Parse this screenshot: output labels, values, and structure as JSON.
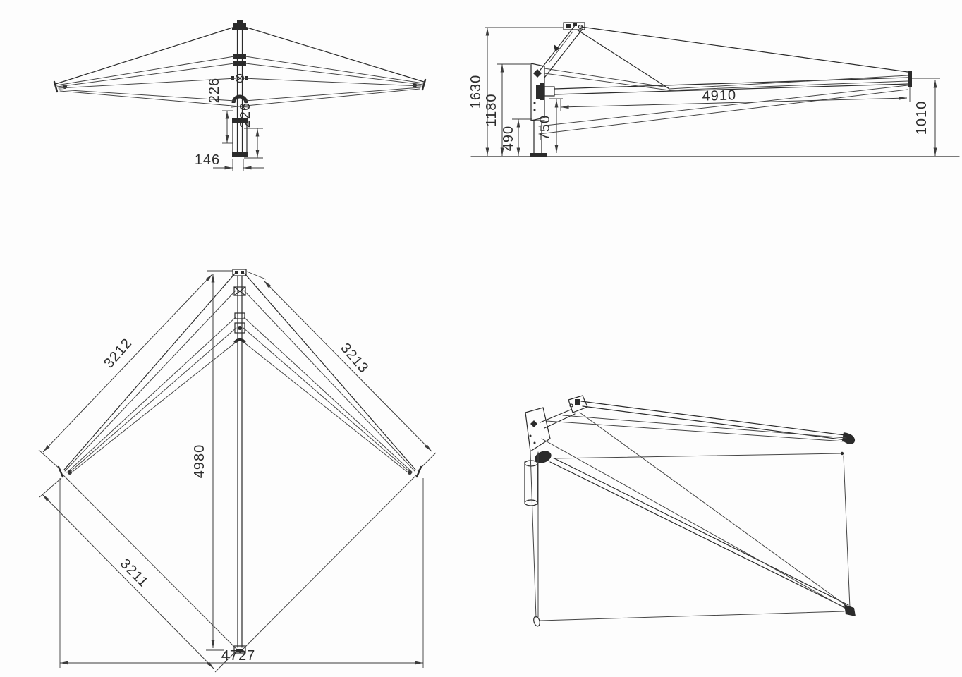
{
  "colors": {
    "background": "#fdfdfd",
    "line": "#2b2b2b",
    "dimension_line": "#3c3c3c",
    "dimension_text": "#2d2d2d"
  },
  "views": {
    "front": {
      "dims": {
        "offset_upper": "226",
        "offset_lower": "226",
        "pole_width": "146"
      }
    },
    "side": {
      "dims": {
        "height_total": "1630",
        "height_bracket_top": "1180",
        "height_bracket_bottom": "490",
        "height_boom": "750",
        "reach": "4910",
        "height_tip": "1010"
      }
    },
    "plan": {
      "dims": {
        "edge_upper_left": "3212",
        "edge_upper_right": "3213",
        "depth": "4980",
        "edge_lower_left": "3211",
        "width": "4727"
      }
    }
  }
}
